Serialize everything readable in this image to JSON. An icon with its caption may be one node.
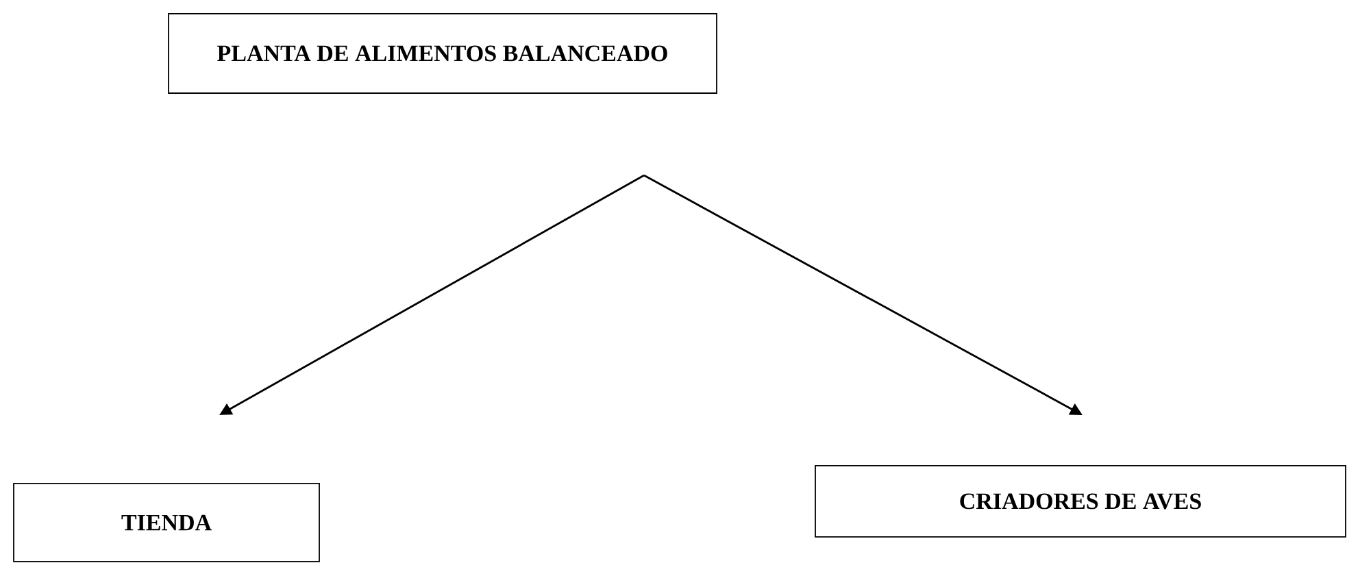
{
  "diagram": {
    "nodes": [
      {
        "text": [
          "PLANTA DE ALIMENTOS BALANCEADO"
        ]
      },
      {
        "text": [
          "TIENDA"
        ]
      },
      {
        "text": [
          "CRIADORES DE AVES"
        ]
      }
    ],
    "edges": [
      {
        "from": 0,
        "to": 1,
        "arrow": "to"
      },
      {
        "from": 0,
        "to": 2,
        "arrow": "to"
      }
    ]
  }
}
